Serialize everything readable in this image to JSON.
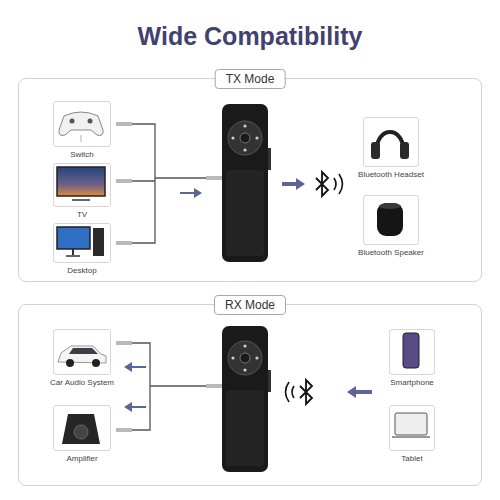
{
  "diagram": {
    "title": "Wide Compatibility",
    "nodes": [
      {
        "text": [
          "TX Mode"
        ]
      },
      {
        "text": [
          "Switch"
        ],
        "in": 0
      },
      {
        "text": [
          "TV"
        ],
        "in": 0
      },
      {
        "text": [
          "Desktop"
        ],
        "in": 0
      },
      {
        "text": [
          "Bluetooth Headset"
        ],
        "in": 0
      },
      {
        "text": [
          "Bluetooth Speaker"
        ],
        "in": 0
      },
      {
        "text": [
          "RX Mode"
        ]
      },
      {
        "text": [
          "Car Audio System"
        ],
        "in": 6
      },
      {
        "text": [
          "Amplifier"
        ],
        "in": 6
      },
      {
        "text": [
          "Smartphone"
        ],
        "in": 6
      },
      {
        "text": [
          "Tablet"
        ],
        "in": 6
      }
    ]
  }
}
